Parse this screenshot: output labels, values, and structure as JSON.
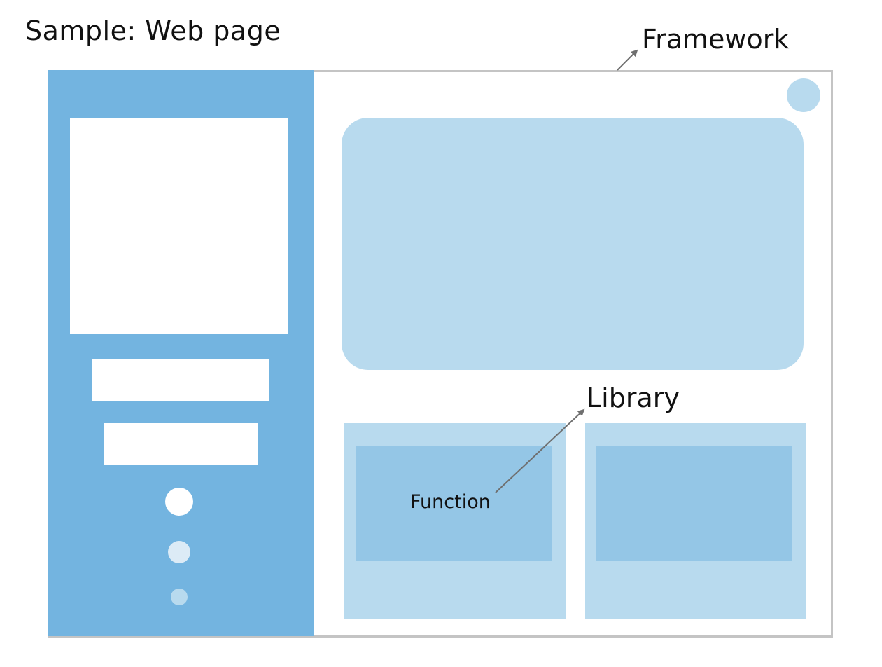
{
  "title": "Sample: Web page",
  "labels": {
    "framework": "Framework",
    "library": "Library",
    "function": "Function"
  },
  "colors": {
    "sidebar": "#73b4e0",
    "panel_light": "#b8daee",
    "panel_mid": "#94c6e6",
    "frame_border": "#c4c4c4",
    "arrow": "#6f6f6f"
  }
}
